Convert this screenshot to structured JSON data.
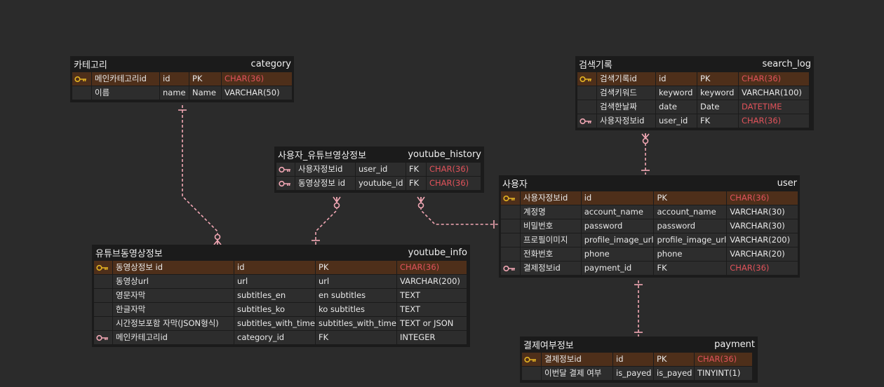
{
  "colors": {
    "background": "#2b2b2b",
    "table_bg": "#1b1b1b",
    "cell_bg": "#2d2d2d",
    "pk_row_bg": "#4e2f1a",
    "highlight_type": "#e0525a",
    "relation_line": "#f2a7b4",
    "pk_key_icon": "#e6b422",
    "fk_key_icon": "#f2a7b4"
  },
  "tables": {
    "category": {
      "display_name": "카테고리",
      "logical_name": "category",
      "rows": [
        {
          "key": "pk",
          "name": "메인카테고리id",
          "physical": "id",
          "logical": "PK",
          "type": "CHAR(36)",
          "type_highlight": true
        },
        {
          "key": "",
          "name": "이름",
          "physical": "name",
          "logical": "Name",
          "type": "VARCHAR(50)",
          "type_highlight": false
        }
      ]
    },
    "search_log": {
      "display_name": "검색기록",
      "logical_name": "search_log",
      "rows": [
        {
          "key": "pk",
          "name": "검색기록id",
          "physical": "id",
          "logical": "PK",
          "type": "CHAR(36)",
          "type_highlight": true
        },
        {
          "key": "",
          "name": "검색키워드",
          "physical": "keyword",
          "logical": "keyword",
          "type": "VARCHAR(100)",
          "type_highlight": false
        },
        {
          "key": "",
          "name": "검색한날짜",
          "physical": "date",
          "logical": "Date",
          "type": "DATETIME",
          "type_highlight": true
        },
        {
          "key": "fk",
          "name": "사용자정보id",
          "physical": "user_id",
          "logical": "FK",
          "type": "CHAR(36)",
          "type_highlight": true
        }
      ]
    },
    "youtube_history": {
      "display_name": "사용자_유튜브영상정보",
      "logical_name": "youtube_history",
      "rows": [
        {
          "key": "fk",
          "name": "사용자정보id",
          "physical": "user_id",
          "logical": "FK",
          "type": "CHAR(36)",
          "type_highlight": true
        },
        {
          "key": "fk",
          "name": "동영상정보 id",
          "physical": "youtube_id",
          "logical": "FK",
          "type": "CHAR(36)",
          "type_highlight": true
        }
      ]
    },
    "user": {
      "display_name": "사용자",
      "logical_name": "user",
      "rows": [
        {
          "key": "pk",
          "name": "사용자정보id",
          "physical": "id",
          "logical": "PK",
          "type": "CHAR(36)",
          "type_highlight": true
        },
        {
          "key": "",
          "name": "계정명",
          "physical": "account_name",
          "logical": "account_name",
          "type": "VARCHAR(30)",
          "type_highlight": false
        },
        {
          "key": "",
          "name": "비밀번호",
          "physical": "password",
          "logical": "password",
          "type": "VARCHAR(30)",
          "type_highlight": false
        },
        {
          "key": "",
          "name": "프로필이미지",
          "physical": "profile_image_url",
          "logical": "profile_image_url",
          "type": "VARCHAR(200)",
          "type_highlight": false
        },
        {
          "key": "",
          "name": "전화번호",
          "physical": "phone",
          "logical": "phone",
          "type": "VARCHAR(20)",
          "type_highlight": false
        },
        {
          "key": "fk",
          "name": "결제정보id",
          "physical": "payment_id",
          "logical": "FK",
          "type": "CHAR(36)",
          "type_highlight": true
        }
      ]
    },
    "youtube_info": {
      "display_name": "유튜브동영상정보",
      "logical_name": "youtube_info",
      "rows": [
        {
          "key": "pk",
          "name": "동영상정보 id",
          "physical": "id",
          "logical": "PK",
          "type": "CHAR(36)",
          "type_highlight": true
        },
        {
          "key": "",
          "name": "동영상url",
          "physical": "url",
          "logical": "url",
          "type": "VARCHAR(200)",
          "type_highlight": false
        },
        {
          "key": "",
          "name": "영문자막",
          "physical": "subtitles_en",
          "logical": "en subtitles",
          "type": "TEXT",
          "type_highlight": false
        },
        {
          "key": "",
          "name": "한글자막",
          "physical": "subtitles_ko",
          "logical": "ko subtitles",
          "type": "TEXT",
          "type_highlight": false
        },
        {
          "key": "",
          "name": "시간정보포함 자막(JSON형식)",
          "physical": "subtitles_with_time",
          "logical": "subtitles_with_time",
          "type": "TEXT or JSON",
          "type_highlight": false
        },
        {
          "key": "fk",
          "name": "메인카테고리id",
          "physical": "category_id",
          "logical": "FK",
          "type": "INTEGER",
          "type_highlight": false
        }
      ]
    },
    "payment": {
      "display_name": "결제여부정보",
      "logical_name": "payment",
      "rows": [
        {
          "key": "pk",
          "name": "결제정보id",
          "physical": "id",
          "logical": "PK",
          "type": "CHAR(36)",
          "type_highlight": true
        },
        {
          "key": "",
          "name": "이번달 결제 여부",
          "physical": "is_payed",
          "logical": "is_payed",
          "type": "TINYINT(1)",
          "type_highlight": false
        }
      ]
    }
  },
  "relationships": [
    {
      "from": "category",
      "to": "youtube_info",
      "cardinality": "one-to-zero-or-many"
    },
    {
      "from": "user",
      "to": "search_log",
      "cardinality": "one-to-zero-or-many"
    },
    {
      "from": "youtube_info",
      "to": "youtube_history",
      "cardinality": "one-to-zero-or-many"
    },
    {
      "from": "user",
      "to": "youtube_history",
      "cardinality": "one-to-zero-or-many"
    },
    {
      "from": "payment",
      "to": "user",
      "cardinality": "one-to-one"
    }
  ]
}
